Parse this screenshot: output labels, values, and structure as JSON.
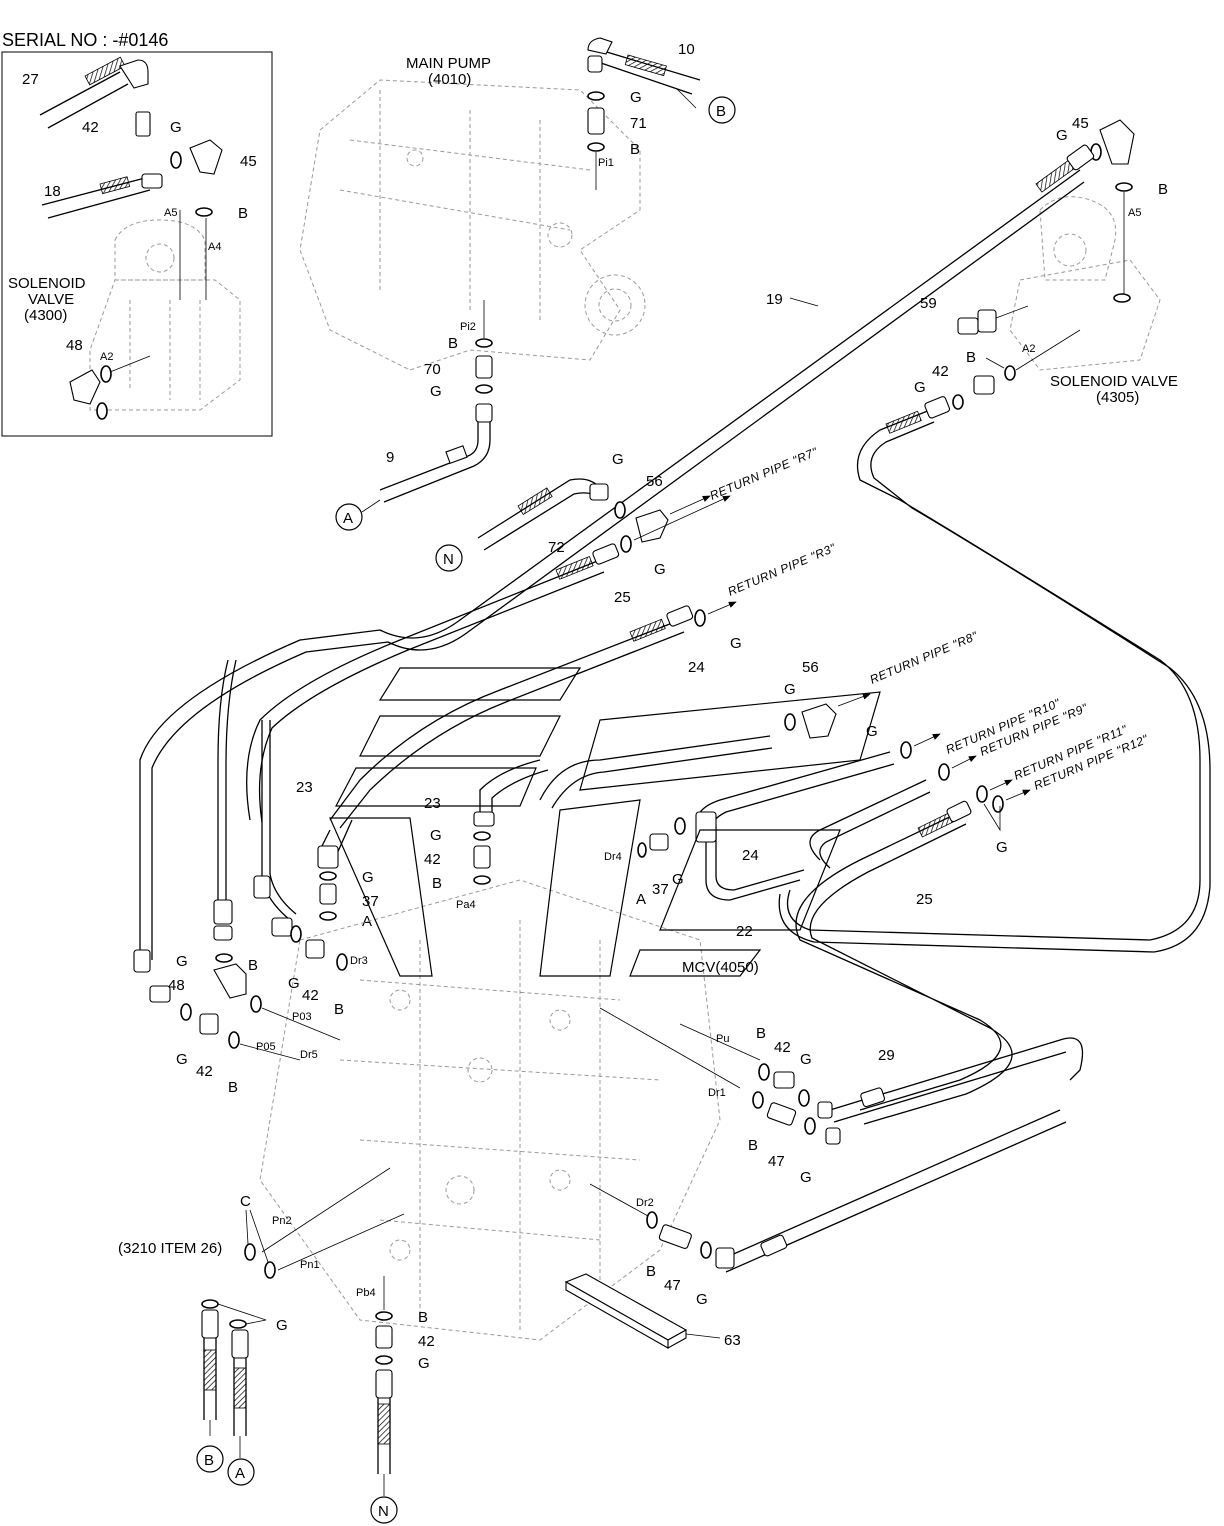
{
  "serial": "SERIAL NO : -#0146",
  "components": {
    "main_pump": [
      "MAIN PUMP",
      "(4010)"
    ],
    "solenoid_inset": [
      "SOLENOID",
      "VALVE",
      "(4300)"
    ],
    "solenoid_right": [
      "SOLENOID VALVE",
      "(4305)"
    ],
    "mcv": "MCV(4050)",
    "item_ref": "(3210 ITEM 26)"
  },
  "part_numbers": {
    "p27": "27",
    "p42": "42",
    "p45": "45",
    "p18": "18",
    "p48": "48",
    "p10": "10",
    "p71": "71",
    "p70": "70",
    "p9": "9",
    "p19": "19",
    "p59": "59",
    "p56": "56",
    "p72": "72",
    "p25": "25",
    "p24": "24",
    "p23": "23",
    "p37": "37",
    "p22": "22",
    "p29": "29",
    "p47": "47",
    "p63": "63"
  },
  "seal_letters": {
    "g": "G",
    "b": "B",
    "a": "A",
    "c": "C"
  },
  "connectors": {
    "a": "A",
    "b": "B",
    "n": "N"
  },
  "ports": {
    "a5": "A5",
    "a4": "A4",
    "a2": "A2",
    "pi1": "Pi1",
    "pi2": "Pi2",
    "dr4": "Dr4",
    "pa4": "Pa4",
    "dr3": "Dr3",
    "p03": "P03",
    "p05": "P05",
    "dr5": "Dr5",
    "pu": "Pu",
    "dr1": "Dr1",
    "dr2": "Dr2",
    "pn2": "Pn2",
    "pn1": "Pn1",
    "pb4": "Pb4"
  },
  "return_pipes": {
    "r7": "RETURN PIPE \"R7\"",
    "r3": "RETURN PIPE \"R3\"",
    "r8": "RETURN PIPE \"R8\"",
    "r10": "RETURN PIPE \"R10\"",
    "r9": "RETURN PIPE \"R9\"",
    "r11": "RETURN PIPE \"R11\"",
    "r12": "RETURN PIPE \"R12\""
  }
}
